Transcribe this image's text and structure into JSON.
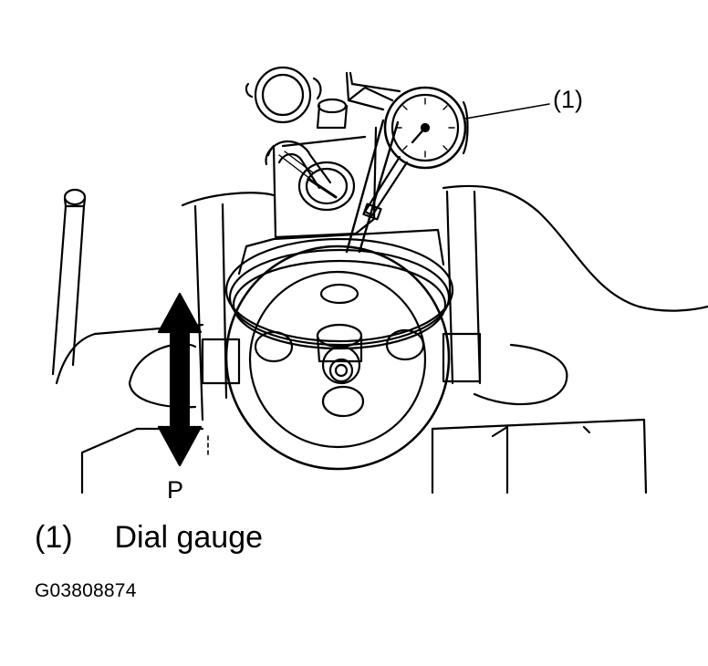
{
  "diagram": {
    "callout": "(1)",
    "direction_label": "P",
    "legend": [
      {
        "number": "(1)",
        "text": "Dial gauge"
      }
    ],
    "figure_id": "G03808874"
  }
}
